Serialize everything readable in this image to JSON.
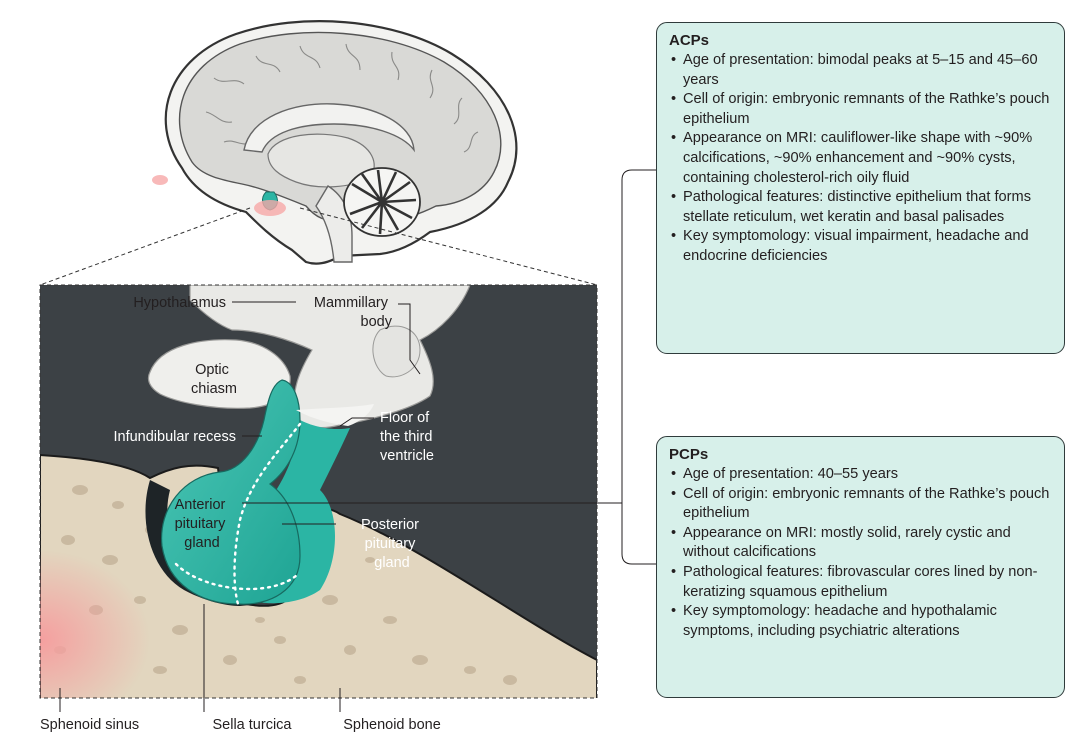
{
  "labels": {
    "hypothalamus": "Hypothalamus",
    "mammillary_body": [
      "Mammillary",
      "body"
    ],
    "optic_chiasm": [
      "Optic",
      "chiasm"
    ],
    "infundibular_recess": "Infundibular recess",
    "floor_third_ventricle": [
      "Floor of",
      "the third",
      "ventricle"
    ],
    "anterior_pituitary": [
      "Anterior",
      "pituitary",
      "gland"
    ],
    "posterior_pituitary": [
      "Posterior",
      "pituitary",
      "gland"
    ],
    "sphenoid_sinus": "Sphenoid sinus",
    "sella_turcica": "Sella turcica",
    "sphenoid_bone": "Sphenoid bone"
  },
  "acps": {
    "title": "ACPs",
    "items": [
      "Age of presentation: bimodal peaks at 5–15 and 45–60 years",
      "Cell of origin: embryonic remnants of the Rathke’s pouch epithelium",
      "Appearance on MRI: cauliflower-like shape with ~90% calcifications, ~90% enhancement and ~90% cysts, containing cholesterol-rich oily fluid",
      "Pathological features: distinctive epithelium that forms stellate reticulum, wet keratin and basal palisades",
      " Key symptomology: visual impairment, headache and endocrine deficiencies"
    ]
  },
  "pcps": {
    "title": "PCPs",
    "items": [
      "Age of presentation: 40–55 years",
      "Cell of origin: embryonic remnants of the Rathke’s pouch epithelium",
      "Appearance on MRI: mostly solid, rarely cystic and without calcifications",
      "Pathological features: fibrovascular cores lined by non-keratizing squamous epithelium",
      " Key symptomology: headache and hypothalamic symptoms, including psychiatric alterations"
    ]
  },
  "colors": {
    "pituitary": "#2bb5a4",
    "bone": "#e2d6bf",
    "ventricle_dark": "#3c4145",
    "brain_tissue": "#e9e9e6",
    "box_fill": "#d7f0ea",
    "sinus_pink": "#f6a8a8"
  }
}
